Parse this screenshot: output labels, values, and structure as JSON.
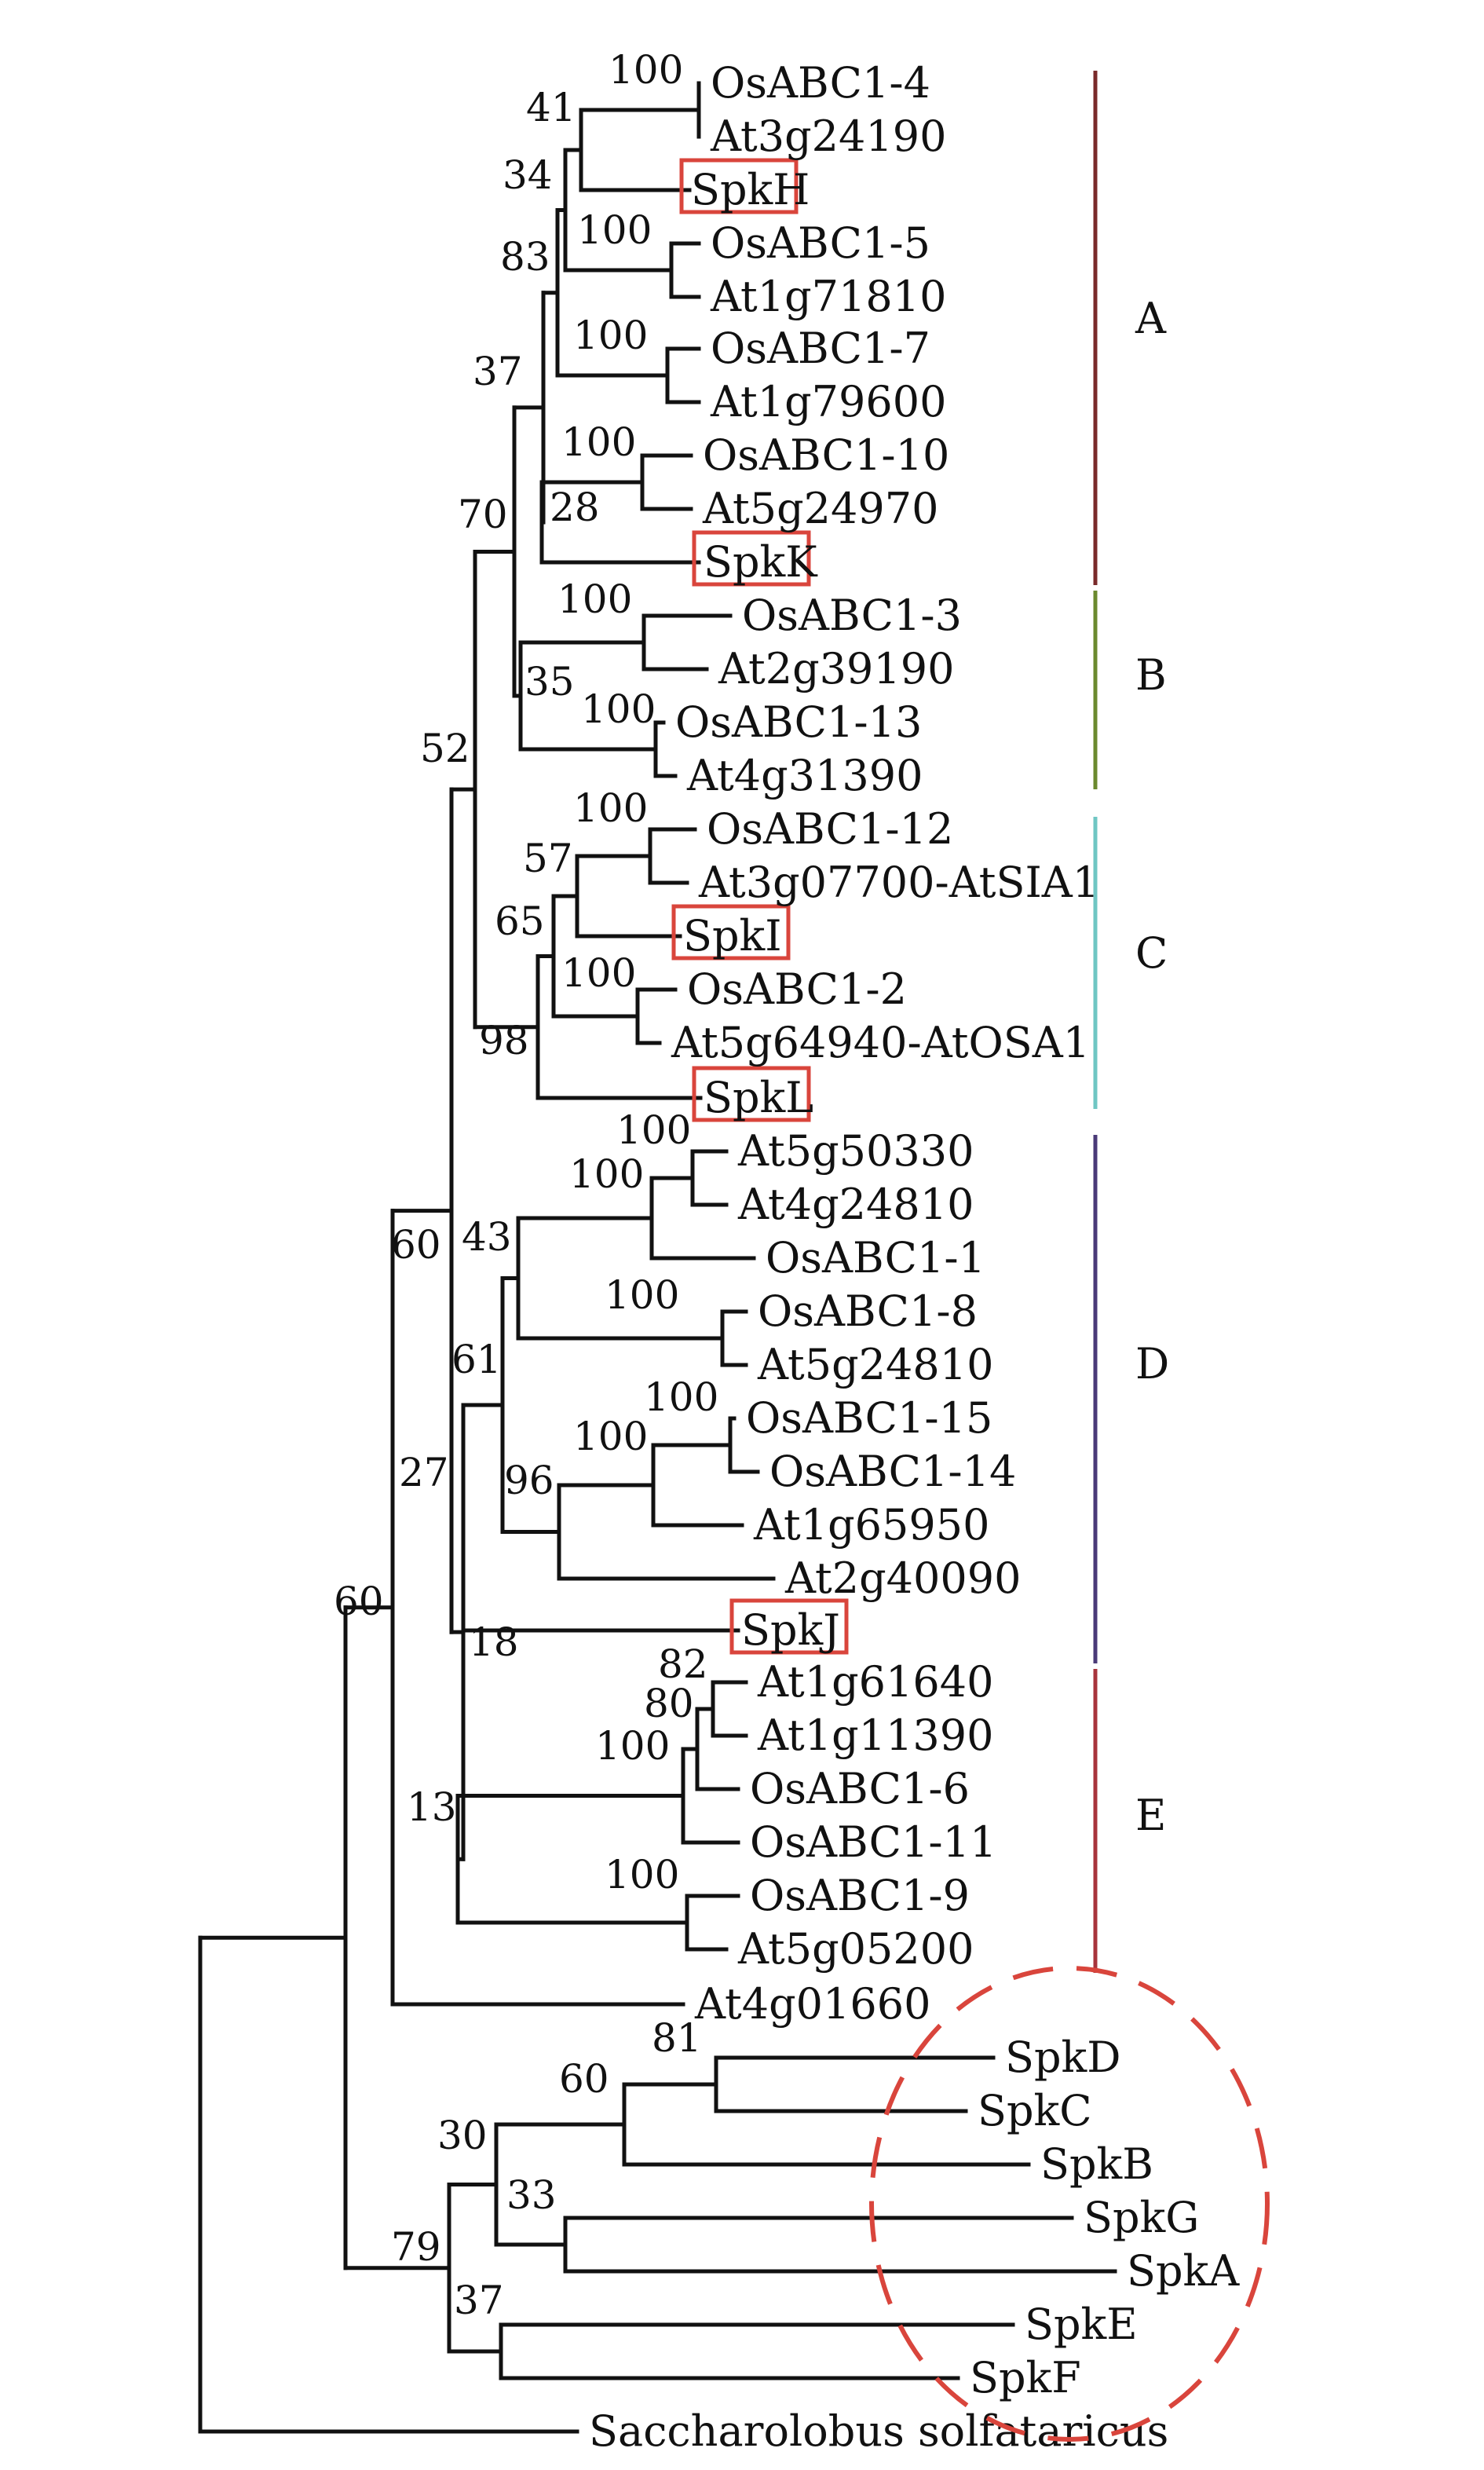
{
  "leaves": [
    {
      "id": "l0",
      "label": "OsABC1-4",
      "highlight": false
    },
    {
      "id": "l1",
      "label": "At3g24190",
      "highlight": false
    },
    {
      "id": "l2",
      "label": "SpkH",
      "highlight": true
    },
    {
      "id": "l3",
      "label": "OsABC1-5",
      "highlight": false
    },
    {
      "id": "l4",
      "label": "At1g71810",
      "highlight": false
    },
    {
      "id": "l5",
      "label": "OsABC1-7",
      "highlight": false
    },
    {
      "id": "l6",
      "label": "At1g79600",
      "highlight": false
    },
    {
      "id": "l7",
      "label": "OsABC1-10",
      "highlight": false
    },
    {
      "id": "l8",
      "label": "At5g24970",
      "highlight": false
    },
    {
      "id": "l9",
      "label": "SpkK",
      "highlight": true
    },
    {
      "id": "l10",
      "label": "OsABC1-3",
      "highlight": false
    },
    {
      "id": "l11",
      "label": "At2g39190",
      "highlight": false
    },
    {
      "id": "l12",
      "label": "OsABC1-13",
      "highlight": false
    },
    {
      "id": "l13",
      "label": "At4g31390",
      "highlight": false
    },
    {
      "id": "l14",
      "label": "OsABC1-12",
      "highlight": false
    },
    {
      "id": "l15",
      "label": "At3g07700-AtSIA1",
      "highlight": false
    },
    {
      "id": "l16",
      "label": "SpkI",
      "highlight": true
    },
    {
      "id": "l17",
      "label": "OsABC1-2",
      "highlight": false
    },
    {
      "id": "l18",
      "label": "At5g64940-AtOSA1",
      "highlight": false
    },
    {
      "id": "l19",
      "label": "SpkL",
      "highlight": true
    },
    {
      "id": "l20",
      "label": "At5g50330",
      "highlight": false
    },
    {
      "id": "l21",
      "label": "At4g24810",
      "highlight": false
    },
    {
      "id": "l22",
      "label": "OsABC1-1",
      "highlight": false
    },
    {
      "id": "l23",
      "label": "OsABC1-8",
      "highlight": false
    },
    {
      "id": "l24",
      "label": "At5g24810",
      "highlight": false
    },
    {
      "id": "l25",
      "label": "OsABC1-15",
      "highlight": false
    },
    {
      "id": "l26",
      "label": "OsABC1-14",
      "highlight": false
    },
    {
      "id": "l27",
      "label": "At1g65950",
      "highlight": false
    },
    {
      "id": "l28",
      "label": "At2g40090",
      "highlight": false
    },
    {
      "id": "l29",
      "label": "SpkJ",
      "highlight": true
    },
    {
      "id": "l30",
      "label": "At1g61640",
      "highlight": false
    },
    {
      "id": "l31",
      "label": "At1g11390",
      "highlight": false
    },
    {
      "id": "l32",
      "label": "OsABC1-6",
      "highlight": false
    },
    {
      "id": "l33",
      "label": "OsABC1-11",
      "highlight": false
    },
    {
      "id": "l34",
      "label": "OsABC1-9",
      "highlight": false
    },
    {
      "id": "l35",
      "label": "At5g05200",
      "highlight": false
    },
    {
      "id": "l36",
      "label": "At4g01660",
      "highlight": false
    },
    {
      "id": "l37",
      "label": "SpkD",
      "highlight": false
    },
    {
      "id": "l38",
      "label": "SpkC",
      "highlight": false
    },
    {
      "id": "l39",
      "label": "SpkB",
      "highlight": false
    },
    {
      "id": "l40",
      "label": "SpkG",
      "highlight": false
    },
    {
      "id": "l41",
      "label": "SpkA",
      "highlight": false
    },
    {
      "id": "l42",
      "label": "SpkE",
      "highlight": false
    },
    {
      "id": "l43",
      "label": "SpkF",
      "highlight": false
    },
    {
      "id": "l44",
      "label": "Saccharolobus solfataricus",
      "highlight": false
    }
  ],
  "bootstrap": [
    {
      "node": "n_os4_at3",
      "value": "100"
    },
    {
      "node": "n_a41",
      "value": "41"
    },
    {
      "node": "n_a34",
      "value": "34"
    },
    {
      "node": "n_os5_at1",
      "value": "100"
    },
    {
      "node": "n_a83",
      "value": "83"
    },
    {
      "node": "n_os7_at1",
      "value": "100"
    },
    {
      "node": "n_os10_at5",
      "value": "100"
    },
    {
      "node": "n_a28",
      "value": "28"
    },
    {
      "node": "n_a37",
      "value": "37"
    },
    {
      "node": "n_os3_at2",
      "value": "100"
    },
    {
      "node": "n_os13_at4",
      "value": "100"
    },
    {
      "node": "n_b35",
      "value": "35"
    },
    {
      "node": "n_ab70",
      "value": "70"
    },
    {
      "node": "n_os12_at3",
      "value": "100"
    },
    {
      "node": "n_c57",
      "value": "57"
    },
    {
      "node": "n_os2_at5",
      "value": "100"
    },
    {
      "node": "n_c65",
      "value": "65"
    },
    {
      "node": "n_c98",
      "value": "98"
    },
    {
      "node": "n_abc52",
      "value": "52"
    },
    {
      "node": "n_at5_at4",
      "value": "100"
    },
    {
      "node": "n_d100b",
      "value": "100"
    },
    {
      "node": "n_os8_at5",
      "value": "100"
    },
    {
      "node": "n_d43",
      "value": "43"
    },
    {
      "node": "n_os15_os14",
      "value": "100"
    },
    {
      "node": "n_d100c",
      "value": "100"
    },
    {
      "node": "n_d96",
      "value": "96"
    },
    {
      "node": "n_d61",
      "value": "61"
    },
    {
      "node": "n_e82",
      "value": "82"
    },
    {
      "node": "n_e80",
      "value": "80"
    },
    {
      "node": "n_e100",
      "value": "100"
    },
    {
      "node": "n_os9_at5",
      "value": "100"
    },
    {
      "node": "n_e13",
      "value": "13"
    },
    {
      "node": "n_de18",
      "value": "18"
    },
    {
      "node": "n_de27",
      "value": "27"
    },
    {
      "node": "n_all60",
      "value": "60"
    },
    {
      "node": "n_root60",
      "value": "60"
    },
    {
      "node": "n_spk81",
      "value": "81"
    },
    {
      "node": "n_spk60",
      "value": "60"
    },
    {
      "node": "n_spk33",
      "value": "33"
    },
    {
      "node": "n_spk30",
      "value": "30"
    },
    {
      "node": "n_spk37",
      "value": "37"
    },
    {
      "node": "n_spk79",
      "value": "79"
    }
  ],
  "clades": [
    {
      "id": "A",
      "label": "A",
      "color": "#7a2a2a"
    },
    {
      "id": "B",
      "label": "B",
      "color": "#6b8a2e"
    },
    {
      "id": "C",
      "label": "C",
      "color": "#6fc6c3"
    },
    {
      "id": "D",
      "label": "D",
      "color": "#4a3a78"
    },
    {
      "id": "E",
      "label": "E",
      "color": "#a8343c"
    }
  ],
  "colors": {
    "branch": "#111111",
    "highlight_box": "#d9453c",
    "dashed_circle": "#d9453c"
  }
}
